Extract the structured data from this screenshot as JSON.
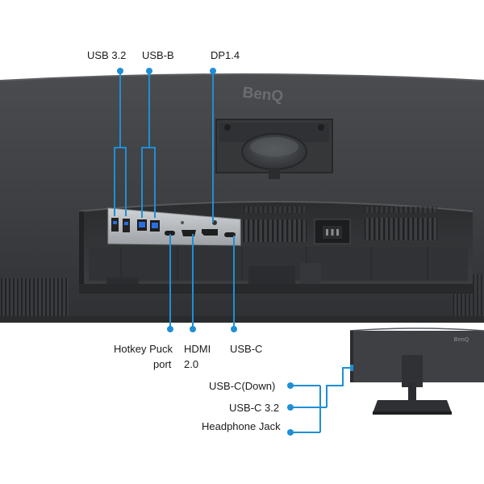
{
  "brand": {
    "logo_text": "BenQ",
    "inset_logo_text": "BenQ"
  },
  "colors": {
    "callout": "#1e8fd5",
    "monitor_body": "#3d3f42",
    "port_panel": "#b9bcbf",
    "background": "#ffffff"
  },
  "callouts_top": {
    "usb32": "USB 3.2",
    "usbb": "USB-B",
    "dp": "DP1.4"
  },
  "callouts_bottom": {
    "hotkey_line1": "Hotkey Puck",
    "hotkey_line2": "port",
    "hdmi_line1": "HDMI",
    "hdmi_line2": "2.0",
    "usbc": "USB-C"
  },
  "callouts_side": {
    "usbc_down": "USB-C(Down)",
    "usbc32": "USB-C 3.2",
    "headphone": "Headphone Jack"
  }
}
